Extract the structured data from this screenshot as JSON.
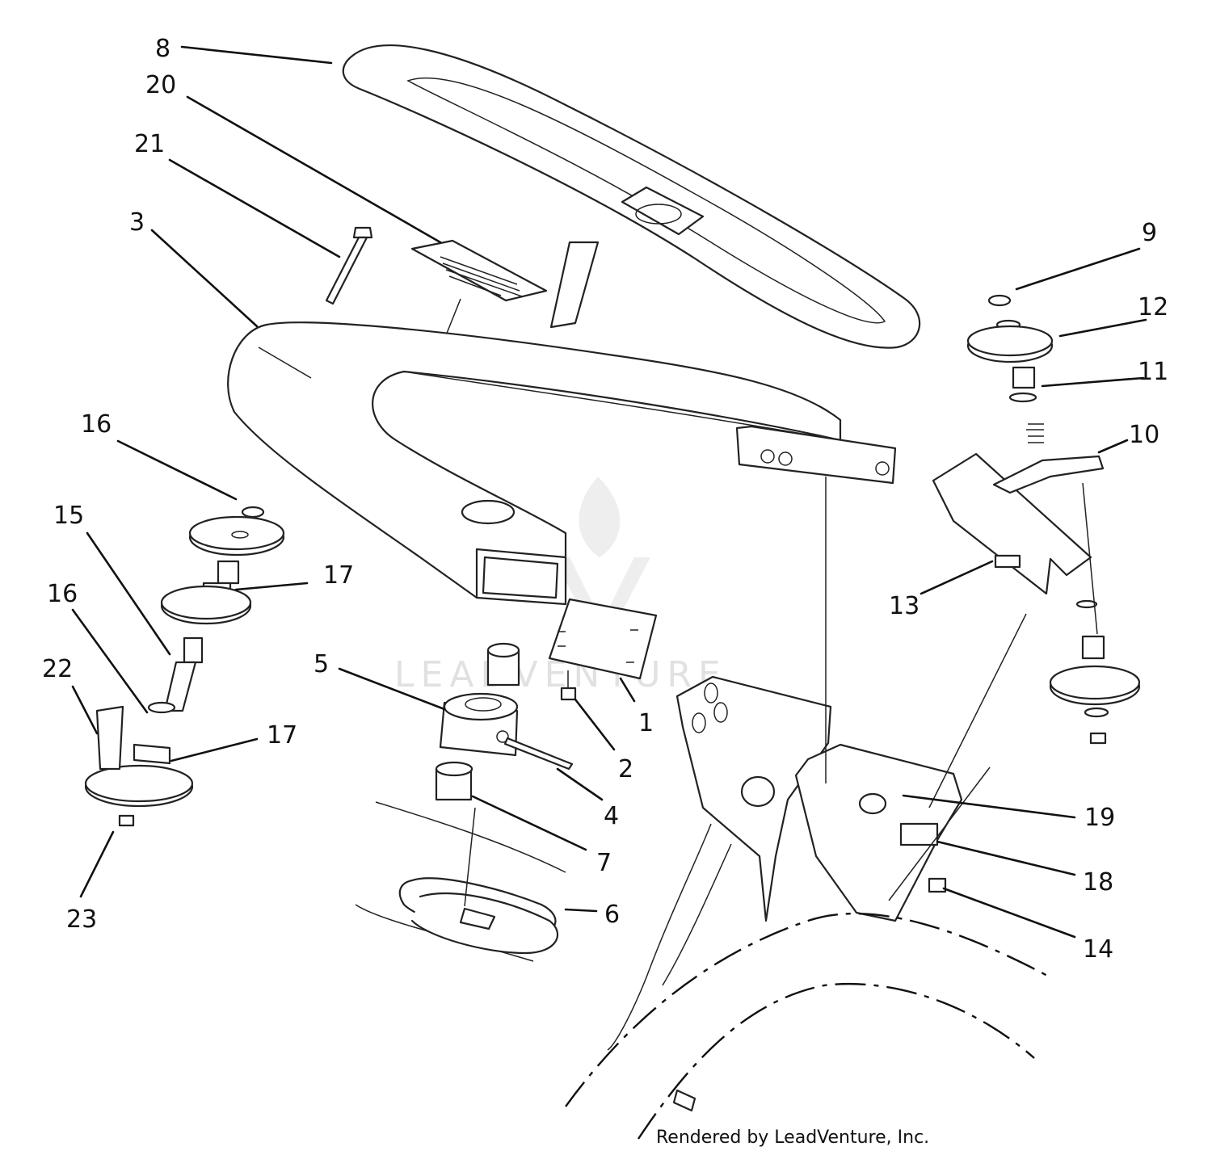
{
  "callouts": [
    {
      "label": "8"
    },
    {
      "label": "20"
    },
    {
      "label": "21"
    },
    {
      "label": "3"
    },
    {
      "label": "9"
    },
    {
      "label": "12"
    },
    {
      "label": "11"
    },
    {
      "label": "10"
    },
    {
      "label": "16"
    },
    {
      "label": "15"
    },
    {
      "label": "17"
    },
    {
      "label": "16"
    },
    {
      "label": "22"
    },
    {
      "label": "17"
    },
    {
      "label": "23"
    },
    {
      "label": "5"
    },
    {
      "label": "1"
    },
    {
      "label": "2"
    },
    {
      "label": "4"
    },
    {
      "label": "7"
    },
    {
      "label": "6"
    },
    {
      "label": "13"
    },
    {
      "label": "19"
    },
    {
      "label": "18"
    },
    {
      "label": "14"
    }
  ],
  "credit": "Rendered by LeadVenture, Inc.",
  "watermark": "LEADVENTURE"
}
